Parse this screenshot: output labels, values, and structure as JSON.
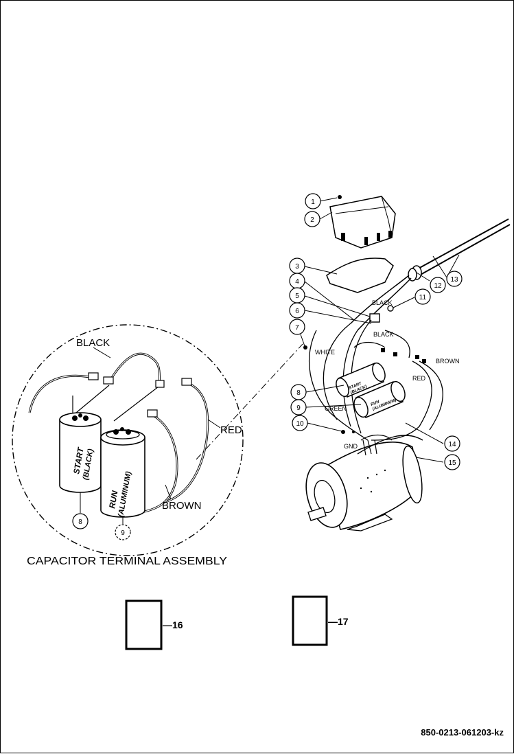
{
  "inset": {
    "title": "CAPACITOR TERMINAL ASSEMBLY",
    "wire_labels": {
      "black": "BLACK",
      "red": "RED",
      "brown": "BROWN"
    },
    "start_cap_text": [
      "START",
      "(BLACK)"
    ],
    "run_cap_text": [
      "RUN",
      "(ALUMINUM)"
    ],
    "callouts": [
      "8",
      "9"
    ]
  },
  "exploded": {
    "callouts": [
      "1",
      "2",
      "3",
      "4",
      "5",
      "6",
      "7",
      "8",
      "9",
      "10",
      "11",
      "12",
      "13",
      "14",
      "15"
    ],
    "wire_labels": {
      "black_top": "BLACK",
      "black_mid": "BLACK",
      "white": "WHITE",
      "brown": "BROWN",
      "red": "RED",
      "green": "GREEN",
      "gnd": "GND"
    },
    "start_cap_text": [
      "START",
      "(BLACK)"
    ],
    "run_cap_text": [
      "RUN",
      "(ALUMINUM)"
    ]
  },
  "boxes": [
    {
      "label": "—16"
    },
    {
      "label": "—17"
    }
  ],
  "document_id": "850-0213-061203-kz"
}
